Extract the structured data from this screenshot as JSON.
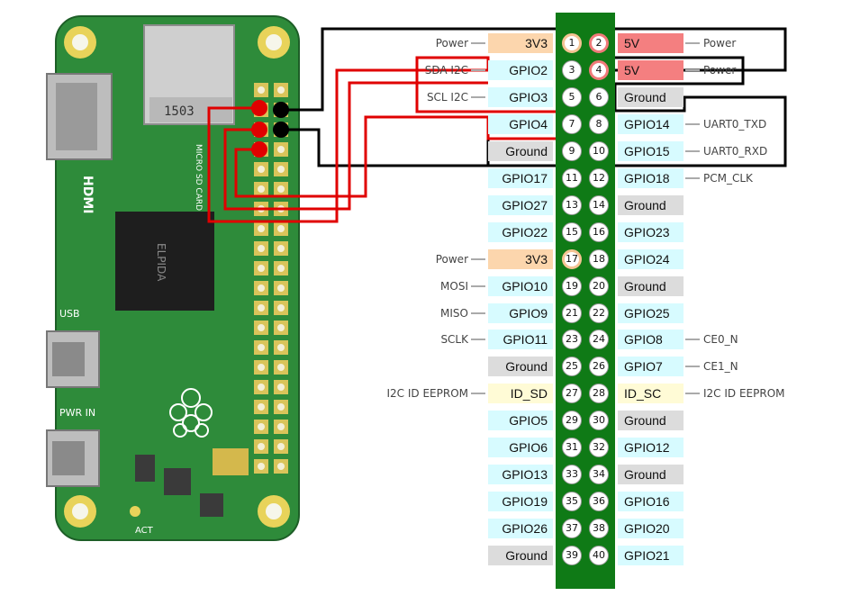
{
  "colors": {
    "power_3v3": "#fcd6ad",
    "power_5v": "#f47f80",
    "gpio": "#d7fbff",
    "ground": "#dcdcdc",
    "eeprom": "#fffbd6",
    "header_strip": "#0f7a16",
    "wire_red": "#e00000",
    "wire_black": "#000000",
    "pcb": "#2e8b3a"
  },
  "board": {
    "label_hdmi": "HDMI",
    "label_usb": "USB",
    "label_pwr_in": "PWR IN",
    "label_micro_sd": "MICRO SD CARD",
    "label_act": "ACT",
    "chip_label": "ELPIDA",
    "sd_code": "1503"
  },
  "pins": [
    {
      "n": "1",
      "label": "3V3",
      "type": "power_3v3",
      "side": "Power"
    },
    {
      "n": "2",
      "label": "5V",
      "type": "power_5v",
      "side": "Power"
    },
    {
      "n": "3",
      "label": "GPIO2",
      "type": "gpio",
      "side": "SDA I2C"
    },
    {
      "n": "4",
      "label": "5V",
      "type": "power_5v",
      "side": "Power"
    },
    {
      "n": "5",
      "label": "GPIO3",
      "type": "gpio",
      "side": "SCL I2C"
    },
    {
      "n": "6",
      "label": "Ground",
      "type": "ground",
      "side": ""
    },
    {
      "n": "7",
      "label": "GPIO4",
      "type": "gpio",
      "side": ""
    },
    {
      "n": "8",
      "label": "GPIO14",
      "type": "gpio",
      "side": "UART0_TXD"
    },
    {
      "n": "9",
      "label": "Ground",
      "type": "ground",
      "side": ""
    },
    {
      "n": "10",
      "label": "GPIO15",
      "type": "gpio",
      "side": "UART0_RXD"
    },
    {
      "n": "11",
      "label": "GPIO17",
      "type": "gpio",
      "side": ""
    },
    {
      "n": "12",
      "label": "GPIO18",
      "type": "gpio",
      "side": "PCM_CLK"
    },
    {
      "n": "13",
      "label": "GPIO27",
      "type": "gpio",
      "side": ""
    },
    {
      "n": "14",
      "label": "Ground",
      "type": "ground",
      "side": ""
    },
    {
      "n": "15",
      "label": "GPIO22",
      "type": "gpio",
      "side": ""
    },
    {
      "n": "16",
      "label": "GPIO23",
      "type": "gpio",
      "side": ""
    },
    {
      "n": "17",
      "label": "3V3",
      "type": "power_3v3",
      "side": "Power"
    },
    {
      "n": "18",
      "label": "GPIO24",
      "type": "gpio",
      "side": ""
    },
    {
      "n": "19",
      "label": "GPIO10",
      "type": "gpio",
      "side": "MOSI"
    },
    {
      "n": "20",
      "label": "Ground",
      "type": "ground",
      "side": ""
    },
    {
      "n": "21",
      "label": "GPIO9",
      "type": "gpio",
      "side": "MISO"
    },
    {
      "n": "22",
      "label": "GPIO25",
      "type": "gpio",
      "side": ""
    },
    {
      "n": "23",
      "label": "GPIO11",
      "type": "gpio",
      "side": "SCLK"
    },
    {
      "n": "24",
      "label": "GPIO8",
      "type": "gpio",
      "side": "CE0_N"
    },
    {
      "n": "25",
      "label": "Ground",
      "type": "ground",
      "side": ""
    },
    {
      "n": "26",
      "label": "GPIO7",
      "type": "gpio",
      "side": "CE1_N"
    },
    {
      "n": "27",
      "label": "ID_SD",
      "type": "eeprom",
      "side": "I2C ID EEPROM"
    },
    {
      "n": "28",
      "label": "ID_SC",
      "type": "eeprom",
      "side": "I2C ID EEPROM"
    },
    {
      "n": "29",
      "label": "GPIO5",
      "type": "gpio",
      "side": ""
    },
    {
      "n": "30",
      "label": "Ground",
      "type": "ground",
      "side": ""
    },
    {
      "n": "31",
      "label": "GPIO6",
      "type": "gpio",
      "side": ""
    },
    {
      "n": "32",
      "label": "GPIO12",
      "type": "gpio",
      "side": ""
    },
    {
      "n": "33",
      "label": "GPIO13",
      "type": "gpio",
      "side": ""
    },
    {
      "n": "34",
      "label": "Ground",
      "type": "ground",
      "side": ""
    },
    {
      "n": "35",
      "label": "GPIO19",
      "type": "gpio",
      "side": ""
    },
    {
      "n": "36",
      "label": "GPIO16",
      "type": "gpio",
      "side": ""
    },
    {
      "n": "37",
      "label": "GPIO26",
      "type": "gpio",
      "side": ""
    },
    {
      "n": "38",
      "label": "GPIO20",
      "type": "gpio",
      "side": ""
    },
    {
      "n": "39",
      "label": "Ground",
      "type": "ground",
      "side": ""
    },
    {
      "n": "40",
      "label": "GPIO21",
      "type": "gpio",
      "side": ""
    }
  ]
}
